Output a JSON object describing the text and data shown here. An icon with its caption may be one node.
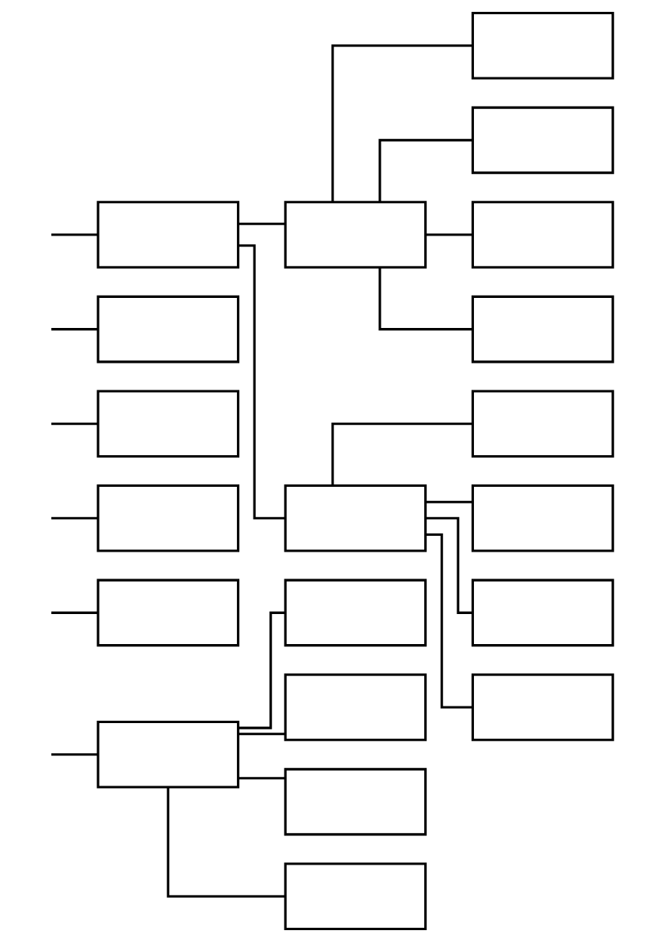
{
  "diagram": {
    "nodes": [
      {
        "text": [],
        "shape": "box"
      },
      {
        "text": [],
        "shape": "box"
      },
      {
        "text": [],
        "shape": "box"
      },
      {
        "text": [],
        "shape": "box"
      },
      {
        "text": [],
        "shape": "box"
      },
      {
        "text": [],
        "shape": "box"
      },
      {
        "text": [],
        "shape": "box"
      },
      {
        "text": [],
        "shape": "box"
      },
      {
        "text": [],
        "shape": "box"
      },
      {
        "text": [],
        "shape": "box"
      },
      {
        "text": [],
        "shape": "box"
      },
      {
        "text": [],
        "shape": "box"
      },
      {
        "text": [],
        "shape": "box"
      },
      {
        "text": [],
        "shape": "box"
      },
      {
        "text": [],
        "shape": "box"
      },
      {
        "text": [],
        "shape": "box"
      },
      {
        "text": [],
        "shape": "box"
      },
      {
        "text": [],
        "shape": "box"
      },
      {
        "text": [],
        "shape": "box"
      },
      {
        "text": [],
        "shape": "box"
      }
    ],
    "edges": [
      {
        "from": null,
        "to": 0,
        "arrow": "none"
      },
      {
        "from": 0,
        "to": 1,
        "arrow": "none"
      },
      {
        "from": 0,
        "to": 2,
        "arrow": "none"
      },
      {
        "from": 0,
        "to": 3,
        "arrow": "none"
      },
      {
        "from": 0,
        "to": 4,
        "arrow": "none"
      },
      {
        "from": null,
        "to": 5,
        "arrow": "none"
      },
      {
        "from": null,
        "to": 6,
        "arrow": "none"
      },
      {
        "from": null,
        "to": 7,
        "arrow": "none"
      },
      {
        "from": null,
        "to": 8,
        "arrow": "none"
      },
      {
        "from": null,
        "to": 9,
        "arrow": "none"
      },
      {
        "from": 9,
        "to": 10,
        "arrow": "none"
      },
      {
        "from": 10,
        "to": 11,
        "arrow": "none"
      },
      {
        "from": 10,
        "to": 12,
        "arrow": "none"
      },
      {
        "from": 10,
        "to": 13,
        "arrow": "none"
      },
      {
        "from": 10,
        "to": 14,
        "arrow": "none"
      },
      {
        "from": 9,
        "to": 15,
        "arrow": "none"
      },
      {
        "from": 15,
        "to": 16,
        "arrow": "none"
      },
      {
        "from": 15,
        "to": 17,
        "arrow": "none"
      },
      {
        "from": 15,
        "to": 18,
        "arrow": "none"
      },
      {
        "from": 15,
        "to": 19,
        "arrow": "none"
      }
    ]
  }
}
